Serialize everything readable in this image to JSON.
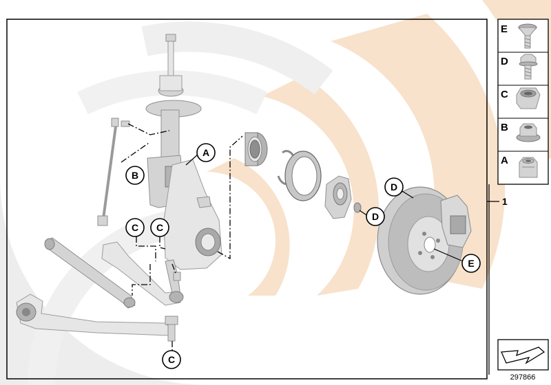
{
  "colors": {
    "watermark_orange": "#f6dcc0",
    "watermark_gray": "#e9e9e9",
    "part_gray": "#d4d4d4",
    "line": "#000000"
  },
  "callouts": {
    "a_label": "A",
    "b_label": "B",
    "c_label": "C",
    "d_label": "D",
    "e_label": "E"
  },
  "legend": {
    "items": [
      {
        "letter": "E",
        "icon": "countersunk-torx-screw-icon"
      },
      {
        "letter": "D",
        "icon": "hex-bolt-icon"
      },
      {
        "letter": "C",
        "icon": "collar-nut-icon"
      },
      {
        "letter": "B",
        "icon": "flange-nut-icon"
      },
      {
        "letter": "A",
        "icon": "lock-nut-icon"
      }
    ]
  },
  "kit_number": "1",
  "diagram_id": "297866",
  "nav_icon": "page-arrow-icon"
}
